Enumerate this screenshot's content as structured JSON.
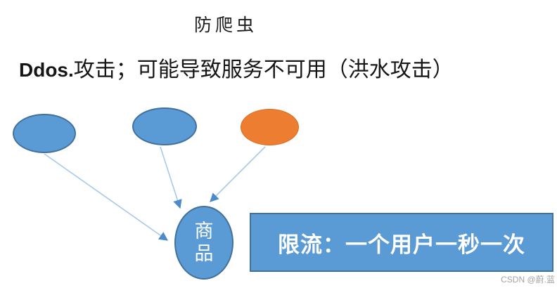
{
  "title": "防爬虫",
  "subtitle": {
    "prefix": "Ddos.",
    "rest": "攻击；可能导致服务不可用（洪水攻击）"
  },
  "nodes": {
    "client1": {
      "label": "",
      "color": "#5b9bd5"
    },
    "client2": {
      "label": "",
      "color": "#5b9bd5"
    },
    "attacker": {
      "label": "",
      "color": "#ed7d31"
    },
    "product": {
      "label": "商\n品",
      "color": "#5b9bd5"
    }
  },
  "rate_limit_box": {
    "label": "限流：一个用户一秒一次",
    "fill": "#5b9bd5",
    "border": "#41719c"
  },
  "arrows": {
    "line_color": "#a6c9ec",
    "head_color": "#4d8ac9",
    "count": 3
  },
  "watermark": "CSDN @蔚.蓝",
  "colors": {
    "node_blue": "#5b9bd5",
    "node_blue_border": "#41719c",
    "node_orange": "#ed7d31",
    "text_dark": "#1b1b1b",
    "text_white": "#ffffff",
    "watermark_gray": "#a3a3a3"
  }
}
